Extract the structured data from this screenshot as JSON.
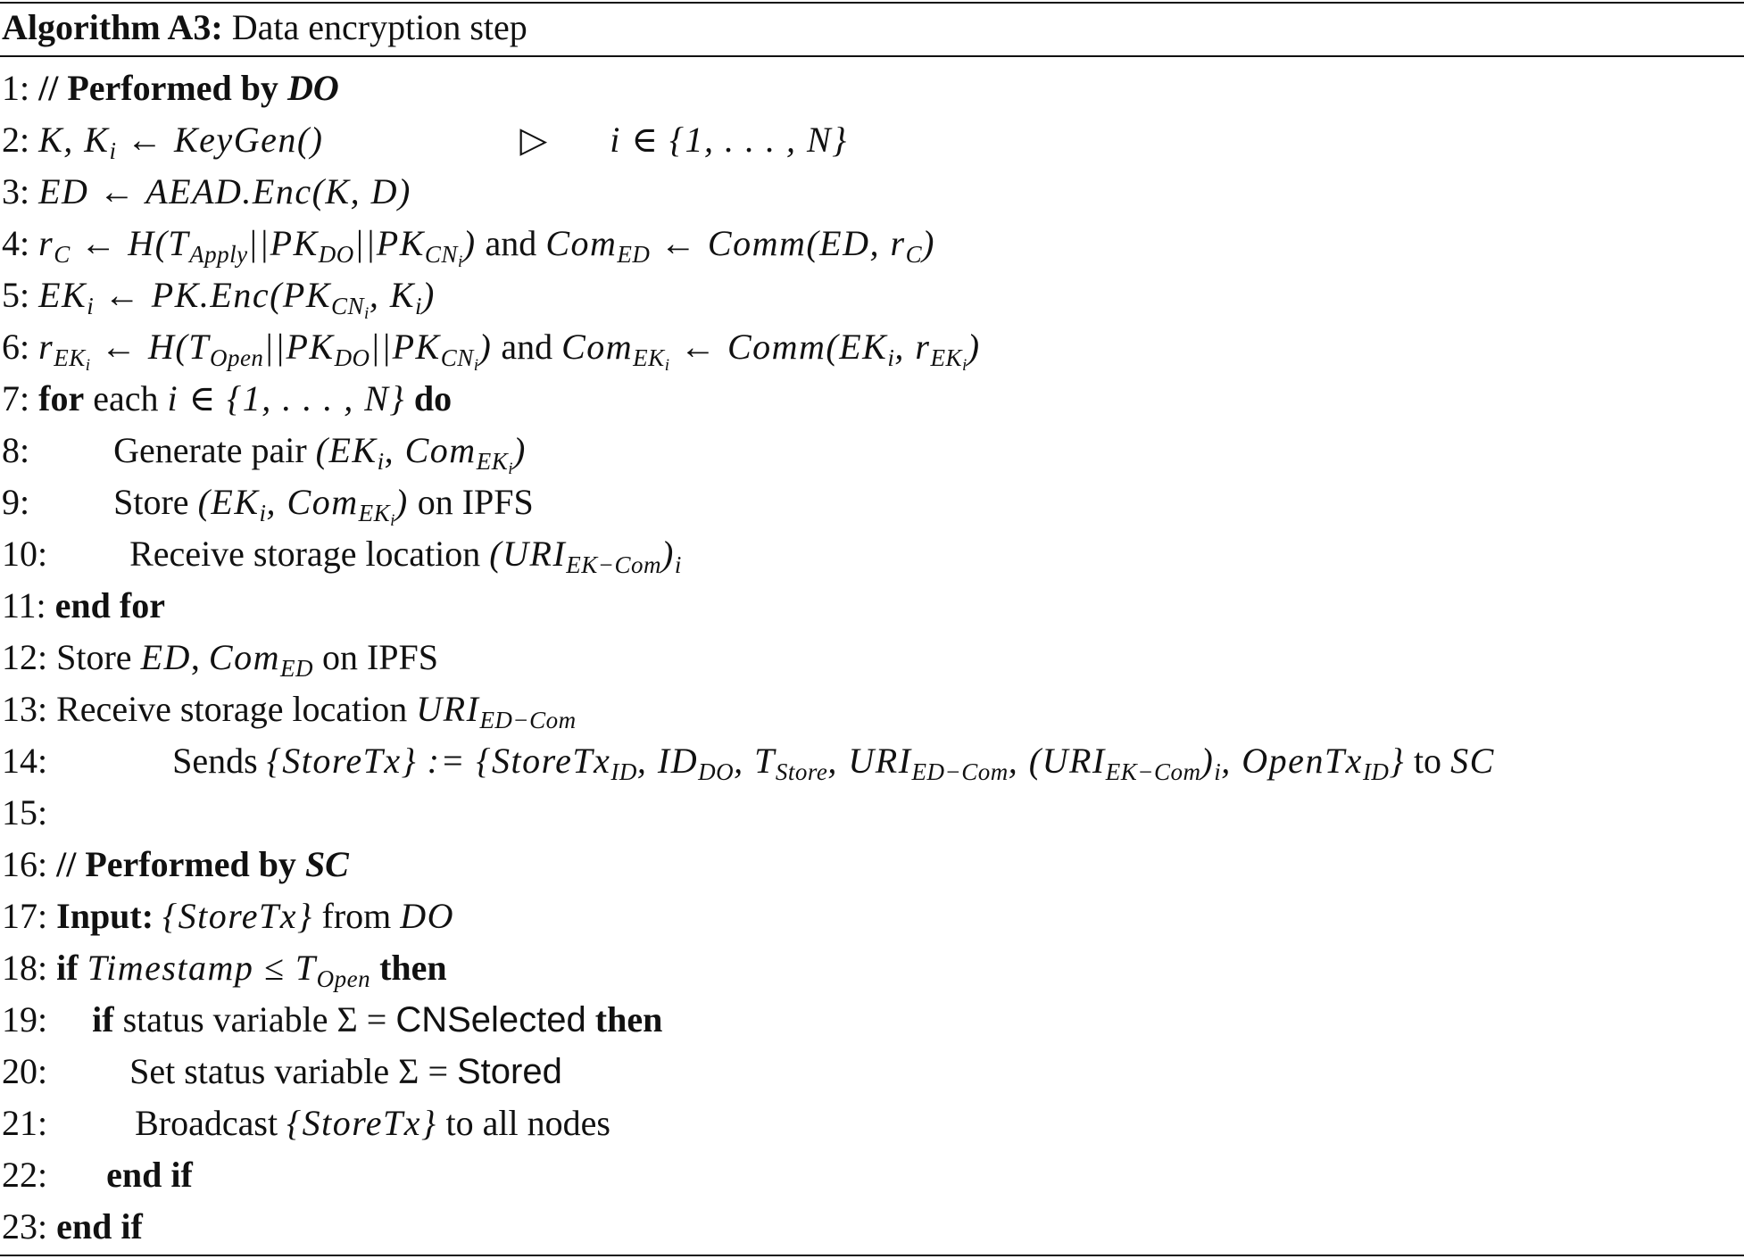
{
  "caption": {
    "label": "Algorithm A3:",
    "title": "Data encryption step"
  },
  "lines": [
    {
      "n": "1:",
      "t1": "// Performed by",
      "t2": "DO"
    },
    {
      "n": "2:",
      "math": "K, K",
      "sub": "i",
      "math2": "← KeyGen()",
      "comment_math": "i ∈ {1, . . . , N}"
    },
    {
      "n": "3:",
      "math": "ED ← AEAD.Enc(K, D)"
    },
    {
      "n": "4:",
      "text": "and"
    },
    {
      "n": "5:"
    },
    {
      "n": "6:",
      "text": "and"
    },
    {
      "n": "7:",
      "kw1": "for",
      "text": "each",
      "math": "i ∈ {1, . . . , N}",
      "kw2": "do"
    },
    {
      "n": "8:",
      "text": "Generate pair"
    },
    {
      "n": "9:",
      "text": "Store",
      "text2": "on IPFS"
    },
    {
      "n": "10:",
      "text": "Receive storage location"
    },
    {
      "n": "11:",
      "kw1": "end for"
    },
    {
      "n": "12:",
      "text": "Store",
      "math": "ED",
      "text2": "on IPFS"
    },
    {
      "n": "13:",
      "text": "Receive storage location"
    },
    {
      "n": "14:",
      "text": "Sends",
      "text2": "to",
      "math_end": "SC"
    },
    {
      "n": "15:"
    },
    {
      "n": "16:",
      "t1": "// Performed by",
      "t2": "SC"
    },
    {
      "n": "17:",
      "kw1": "Input:",
      "text": "from",
      "math": "DO"
    },
    {
      "n": "18:",
      "kw1": "if",
      "kw2": "then"
    },
    {
      "n": "19:",
      "kw1": "if",
      "text": "status variable Σ =",
      "sans": "CNSelected",
      "kw2": "then"
    },
    {
      "n": "20:",
      "text": "Set status variable Σ =",
      "sans": "Stored"
    },
    {
      "n": "21:",
      "text": "Broadcast",
      "text2": "to all nodes"
    },
    {
      "n": "22:",
      "kw1": "end if"
    },
    {
      "n": "23:",
      "kw1": "end if"
    }
  ],
  "math_tokens": {
    "comm": "Com",
    "ed": "ED",
    "ek": "EK",
    "r": "r",
    "pk": "PK",
    "do": "DO",
    "cn": "CN",
    "apply": "Apply",
    "open": "Open",
    "store": "Store",
    "uri": "URI",
    "edcom": "ED−Com",
    "ekcom": "EK−Com",
    "storetx": "{StoreTx}",
    "timestamp": "Timestamp"
  }
}
